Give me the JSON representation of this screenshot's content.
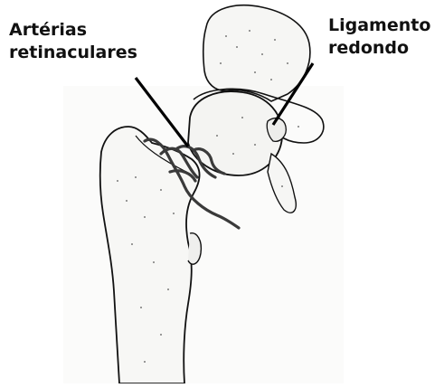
{
  "labels": {
    "retinacular": [
      "Artérias",
      "retinaculares"
    ],
    "ligament": [
      "Ligamento",
      "redondo"
    ]
  },
  "colors": {
    "ink": "#111111",
    "bone_fill": "#f7f7f5",
    "vessel": "#3a3a3a"
  }
}
